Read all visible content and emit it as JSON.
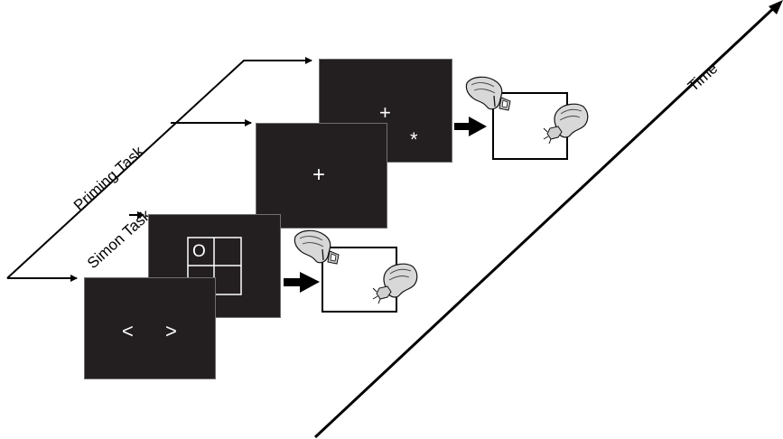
{
  "labels": {
    "priming_task": "Priming Task",
    "simon_task": "Simon Task",
    "time": "Time"
  },
  "screens": {
    "arrows_screen": {
      "left_symbol": "<",
      "right_symbol": ">"
    },
    "simon_grid": {
      "target_letter": "O"
    },
    "fixation_screen": {
      "symbol": "+"
    },
    "prime_screen": {
      "fixation": "+",
      "prime_symbol": "*"
    }
  },
  "colors": {
    "screen_bg": "#231f20",
    "line": "#000000",
    "text_on_screen": "#ffffff"
  },
  "icons": [
    "hand-press-icon",
    "arrow-right-icon"
  ]
}
